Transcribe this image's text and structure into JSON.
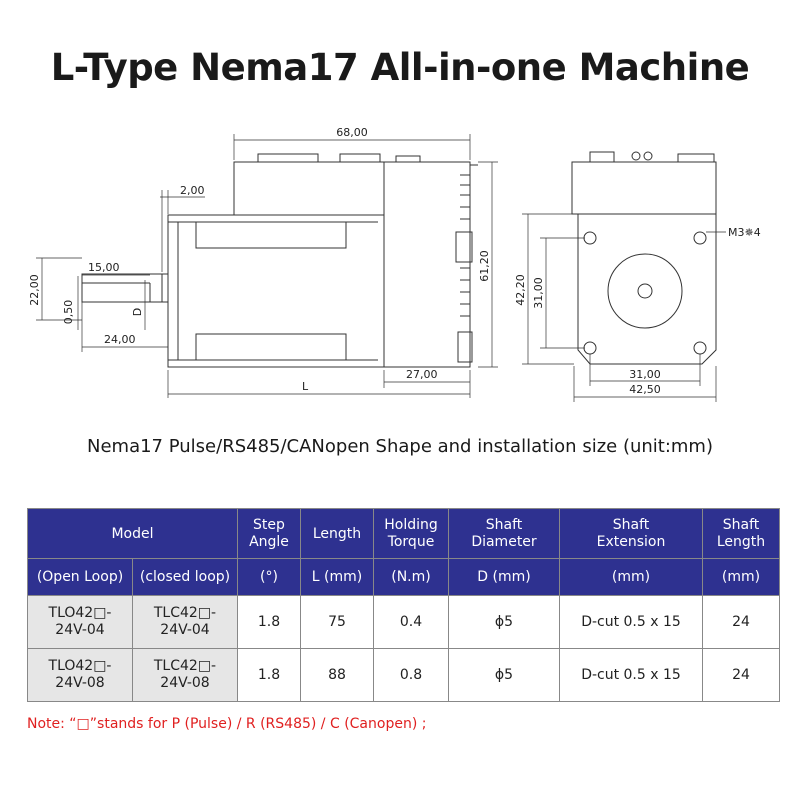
{
  "title": "L-Type Nema17 All-in-one Machine",
  "subtitle": "Nema17 Pulse/RS485/CANopen Shape and installation size (unit:mm)",
  "drawing": {
    "dims": {
      "d68": "68,00",
      "d2": "2,00",
      "d15": "15,00",
      "d22": "22,00",
      "d050": "0,50",
      "dD": "D",
      "d24": "24,00",
      "dL": "L",
      "d27": "27,00",
      "d6120": "61,20",
      "m3": "M3✵4",
      "d4220v": "42,20",
      "d31v": "31,00",
      "d31h": "31,00",
      "d4250": "42,50"
    }
  },
  "table": {
    "header": {
      "model": "Model",
      "step_angle": [
        "Step",
        "Angle"
      ],
      "length": "Length",
      "holding_torque": [
        "Holding",
        "Torque"
      ],
      "shaft_diameter": [
        "Shaft",
        "Diameter"
      ],
      "shaft_extension": [
        "Shaft",
        "Extension"
      ],
      "shaft_length": [
        "Shaft",
        "Length"
      ]
    },
    "units": {
      "open_loop": "(Open Loop)",
      "closed_loop": "(closed loop)",
      "step_angle": "(°)",
      "length": "L (mm)",
      "holding_torque": "(N.m)",
      "shaft_diameter": "D (mm)",
      "shaft_extension": "(mm)",
      "shaft_length": "(mm)"
    },
    "rows": [
      {
        "open": [
          "TLO42□-",
          "24V-04"
        ],
        "closed": [
          "TLC42□-",
          "24V-04"
        ],
        "step": "1.8",
        "length": "75",
        "torque": "0.4",
        "diameter": "ϕ5",
        "extension": "D-cut 0.5 x 15",
        "shaft_length": "24"
      },
      {
        "open": [
          "TLO42□-",
          "24V-08"
        ],
        "closed": [
          "TLC42□-",
          "24V-08"
        ],
        "step": "1.8",
        "length": "88",
        "torque": "0.8",
        "diameter": "ϕ5",
        "extension": "D-cut 0.5 x 15",
        "shaft_length": "24"
      }
    ]
  },
  "note": "Note: “□”stands for P (Pulse) / R (RS485) / C (Canopen) ;",
  "colors": {
    "header_bg": "#2e3190",
    "note": "#e02020",
    "grey_cell": "#e6e6e6"
  }
}
